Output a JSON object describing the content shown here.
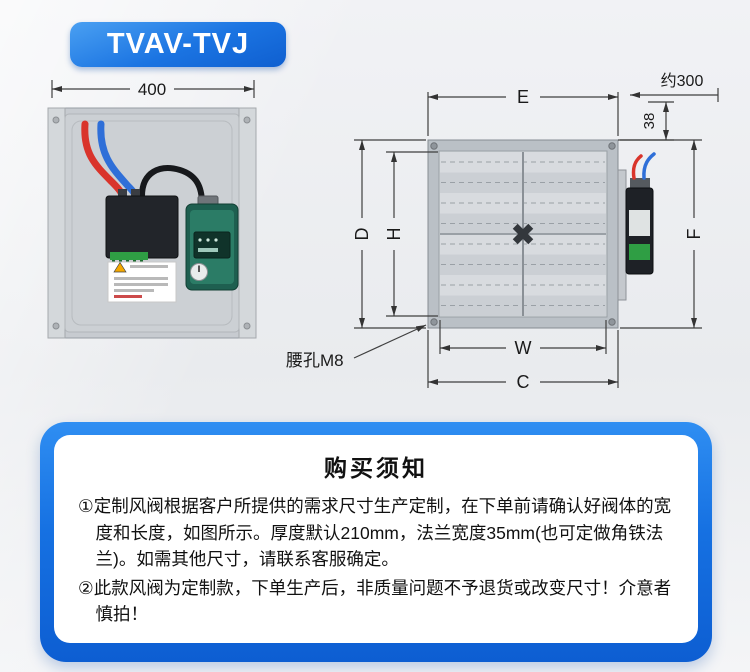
{
  "badge": {
    "label": "TVAV-TVJ"
  },
  "front_view": {
    "dim_width": "400"
  },
  "back_view": {
    "dim_e": "E",
    "dim_approx300": "约300",
    "dim_38": "38",
    "dim_d": "D",
    "dim_h": "H",
    "dim_f": "F",
    "dim_w": "W",
    "dim_c": "C",
    "hole_label": "腰孔M8"
  },
  "notice": {
    "title": "购买须知",
    "items": [
      "①定制风阀根据客户所提供的需求尺寸生产定制，在下单前请确认好阀体的宽度和长度，如图所示。厚度默认210mm，法兰宽度35mm(也可定做角铁法兰)。如需其他尺寸，请联系客服确定。",
      "②此款风阀为定制款，下单生产后，非质量问题不予退货或改变尺寸！介意者慎拍！"
    ]
  },
  "colors": {
    "accent_blue": "#1671e2",
    "wire_red": "#d9342b",
    "wire_blue": "#2f6fd8",
    "label_green": "#2f9e44"
  }
}
